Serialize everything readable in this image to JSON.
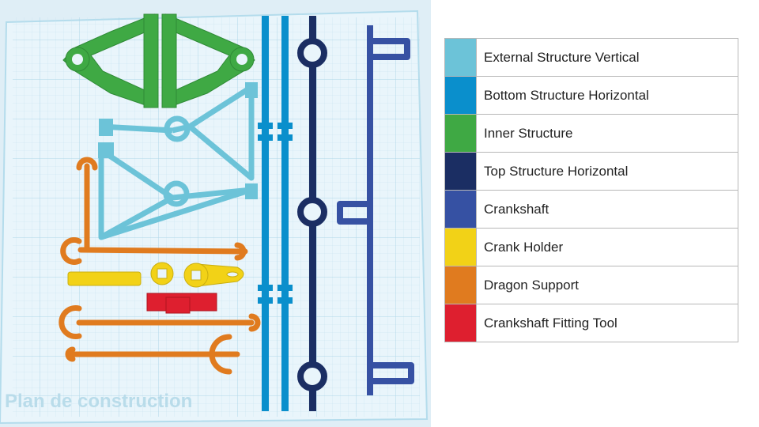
{
  "plate": {
    "watermark": "Plan de construction"
  },
  "legend": {
    "items": [
      {
        "label": "External Structure Vertical",
        "color": "#6cc3d8"
      },
      {
        "label": "Bottom Structure Horizontal",
        "color": "#0a8fcc"
      },
      {
        "label": "Inner Structure",
        "color": "#3fa944"
      },
      {
        "label": "Top Structure Horizontal",
        "color": "#1b2e63"
      },
      {
        "label": "Crankshaft",
        "color": "#3651a3"
      },
      {
        "label": "Crank Holder",
        "color": "#f2d217"
      },
      {
        "label": "Dragon Support",
        "color": "#e07b1f"
      },
      {
        "label": "Crankshaft Fitting Tool",
        "color": "#de1f2f"
      }
    ]
  }
}
